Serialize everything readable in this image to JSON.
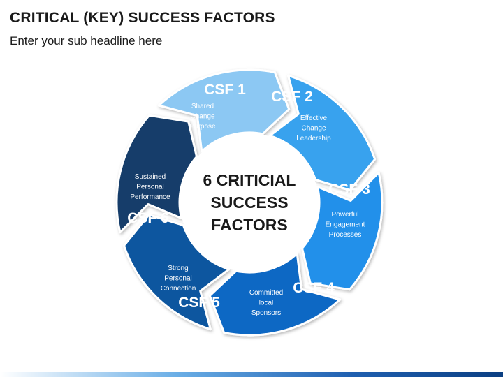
{
  "header": {
    "title": "CRITICAL (KEY) SUCCESS FACTORS",
    "subtitle": "Enter your sub headline here"
  },
  "center": {
    "lines": [
      "6 CRITICIAL",
      "SUCCESS",
      "FACTORS"
    ]
  },
  "factors": [
    {
      "label": "CSF 1",
      "lines": [
        "Shared",
        "Change",
        "Purpose"
      ],
      "color": "#8cc8f3"
    },
    {
      "label": "CSF 2",
      "lines": [
        "Effective",
        "Change",
        "Leadership"
      ],
      "color": "#37a2ee"
    },
    {
      "label": "CSF 3",
      "lines": [
        "Powerful",
        "Engagement",
        "Processes"
      ],
      "color": "#2290ea"
    },
    {
      "label": "CSF 4",
      "lines": [
        "Committed",
        "local",
        "Sponsors"
      ],
      "color": "#0f67c4"
    },
    {
      "label": "CSF 5",
      "lines": [
        "Strong",
        "Personal",
        "Connection"
      ],
      "color": "#0e579f"
    },
    {
      "label": "CSF 6",
      "lines": [
        "Sustained",
        "Personal",
        "Performance"
      ],
      "color": "#123d6a"
    }
  ]
}
